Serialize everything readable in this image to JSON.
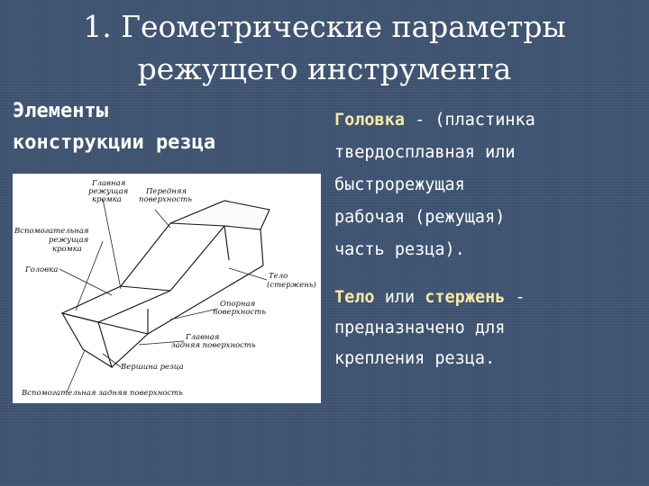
{
  "title": {
    "line1": "1. Геометрические параметры",
    "line2": "режущего инструмента"
  },
  "left_heading": {
    "line1": "Элементы",
    "line2": "конструкции резца"
  },
  "diagram_labels": {
    "main_edge_1": "Главная",
    "main_edge_2": "режущая",
    "main_edge_3": "кромка",
    "front_1": "Передняя",
    "front_2": "поверхность",
    "aux_edge_1": "Вспомогательная",
    "aux_edge_2": "режущая",
    "aux_edge_3": "кромка",
    "head": "Головка",
    "body_1": "Тело",
    "body_2": "(стержень)",
    "support_1": "Опорная",
    "support_2": "поверхность",
    "main_back_1": "Главная",
    "main_back_2": "задняя поверхность",
    "tip": "Вершина резца",
    "aux_back": "Вспомогательная задняя поверхность"
  },
  "right": {
    "p1_term": "Головка",
    "p1_l1_rest": " - (пластинка",
    "p1_l2": "твердосплавная или",
    "p1_l3": "быстрорежущая",
    "p1_l4": "рабочая (режущая)",
    "p1_l5": "часть резца).",
    "p2_term1": "Тело",
    "p2_mid": " или ",
    "p2_term2": "стержень",
    "p2_dash": " -",
    "p2_l2": "предназначено для",
    "p2_l3": "крепления резца."
  },
  "colors": {
    "background": "#3f5472",
    "highlight": "#f7e8a6",
    "text": "#ffffff"
  }
}
